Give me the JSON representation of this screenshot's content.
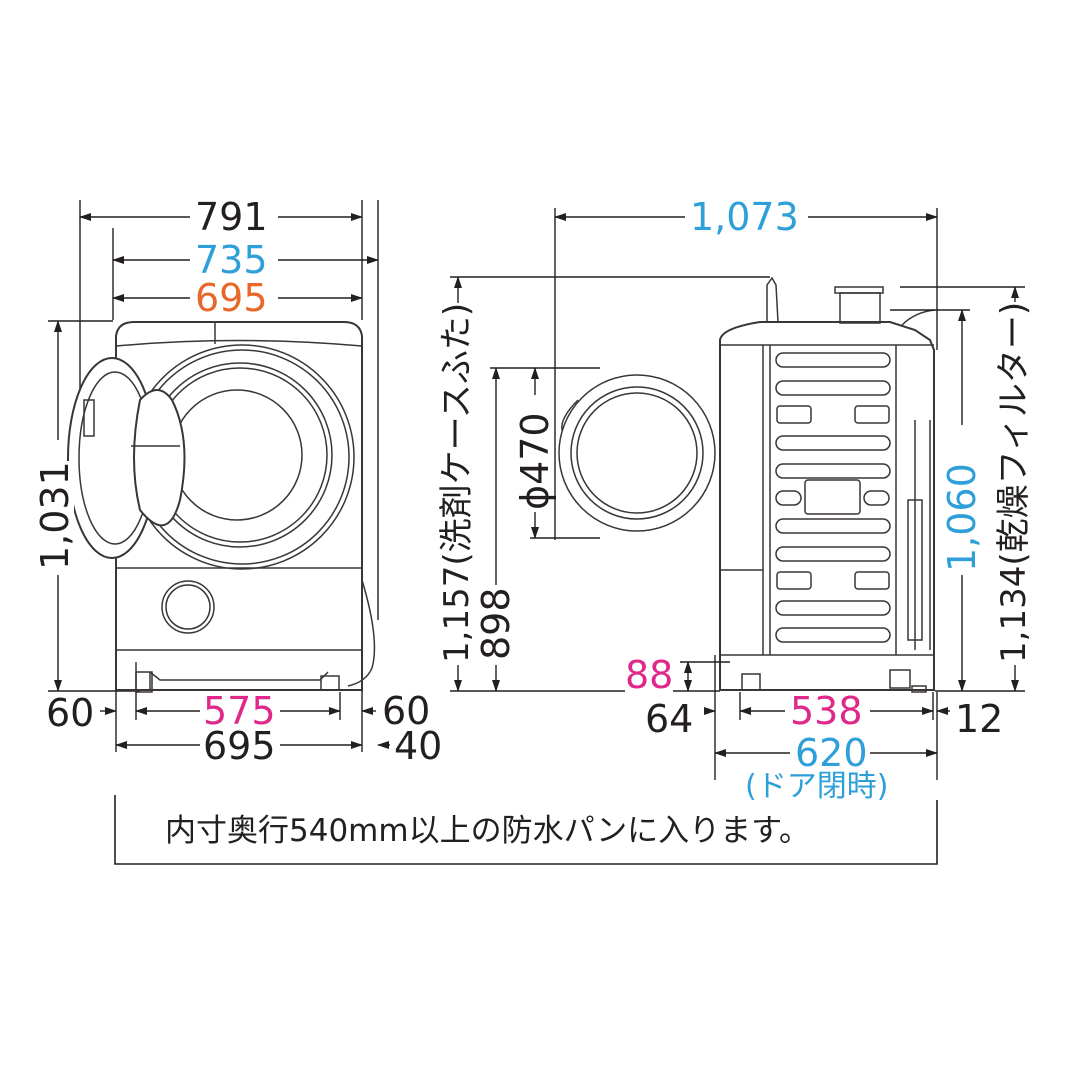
{
  "colors": {
    "black": "#231f20",
    "blue": "#2e9fd9",
    "orange": "#e8682a",
    "magenta": "#e0288a"
  },
  "front_view": {
    "width_overall": "791",
    "width_with_hose": "735",
    "width_body": "695",
    "height": "1,031",
    "foot_left_offset": "60",
    "foot_span": "575",
    "foot_right_offset": "60",
    "base_width": "695",
    "hose_clearance": "40"
  },
  "side_view": {
    "depth_door_open": "1,073",
    "height_detergent_lid": "1,157(洗剤ケースふた)",
    "door_center_height": "898",
    "door_diameter": "ϕ470",
    "height_top": "1,060",
    "height_dry_filter": "1,134(乾燥フィルター)",
    "floor_clearance": "88",
    "foot_front_offset": "64",
    "foot_span": "538",
    "foot_rear_offset": "12",
    "depth_door_closed": "620",
    "depth_door_closed_note": "(ドア閉時)"
  },
  "footer": {
    "note": "内寸奥行540mm以上の防水パンに入ります。"
  }
}
